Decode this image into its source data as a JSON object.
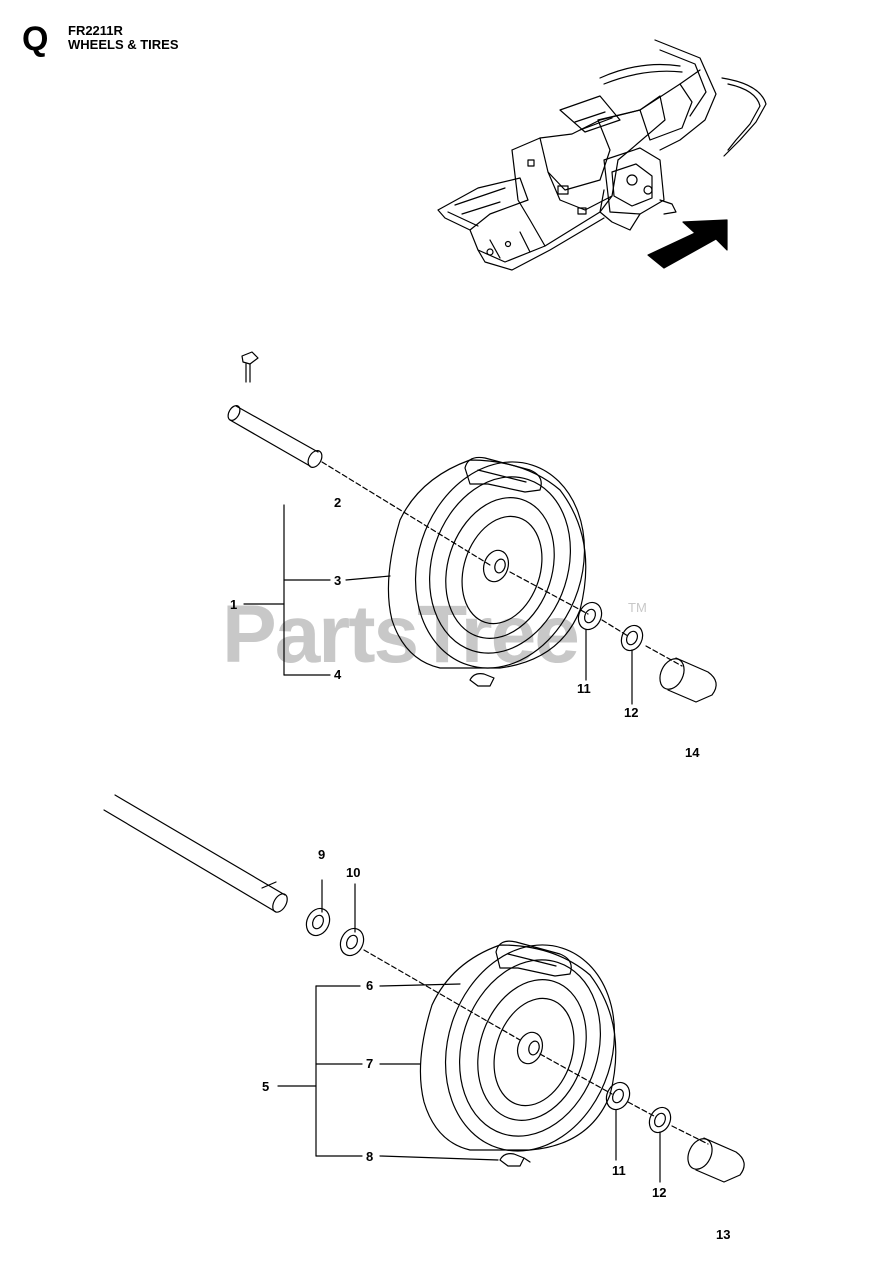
{
  "header": {
    "section_letter": "Q",
    "model": "FR2211R",
    "title": "WHEELS & TIRES"
  },
  "watermark": {
    "text": "PartsTree",
    "tm": "TM",
    "color": "#c8c8c8"
  },
  "callouts": {
    "c1": "1",
    "c2": "2",
    "c3": "3",
    "c4": "4",
    "c5": "5",
    "c6": "6",
    "c7": "7",
    "c8": "8",
    "c9": "9",
    "c10": "10",
    "c11a": "11",
    "c12a": "12",
    "c14": "14",
    "c11b": "11",
    "c12b": "12",
    "c13": "13"
  },
  "icons": {
    "arrow": "direction-arrow-icon"
  }
}
